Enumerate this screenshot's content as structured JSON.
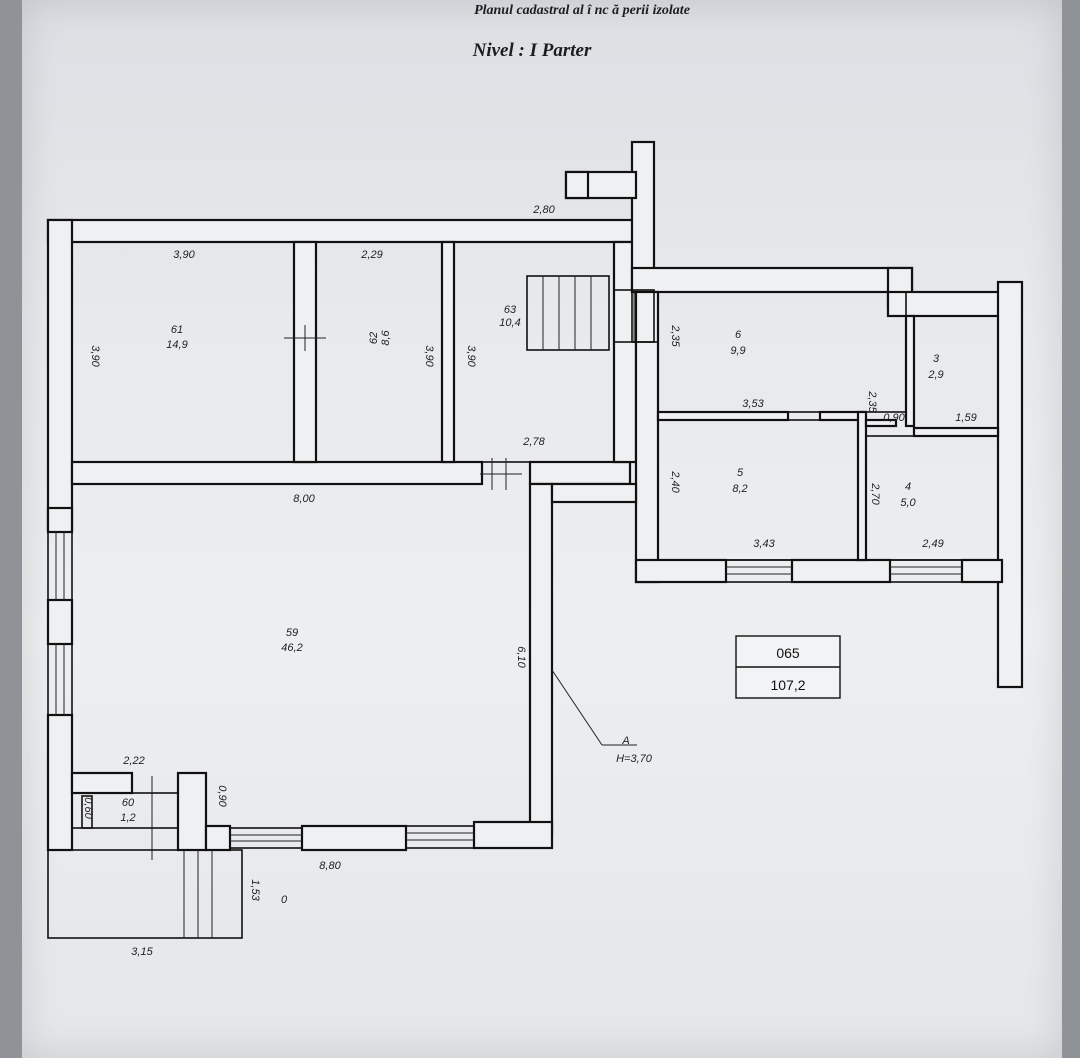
{
  "header": {
    "title": "Planul cadastral al  î nc ă perii izolate",
    "level": "Nivel :  I Parter"
  },
  "rooms": [
    {
      "id": "61",
      "area": "14,9"
    },
    {
      "id": "62",
      "area": "8,6"
    },
    {
      "id": "63",
      "area": "10,4"
    },
    {
      "id": "59",
      "area": "46,2"
    },
    {
      "id": "60",
      "area": "1,2"
    },
    {
      "id": "6",
      "area": "9,9"
    },
    {
      "id": "5",
      "area": "8,2"
    },
    {
      "id": "3",
      "area": "2,9"
    },
    {
      "id": "4",
      "area": "5,0"
    }
  ],
  "dimensions": {
    "top_wall": "2,80",
    "r61_width": "3,90",
    "r61_height": "3,90",
    "r62_width": "2,29",
    "r62_height": "3,90",
    "r63_height": "3,90",
    "r63_bottom": "2,78",
    "r59_width": "8,00",
    "r59_height": "6,10",
    "r6_height": "2,35",
    "r6_bottom": "3,53",
    "r3_side": "2,35",
    "r3_small": "0,90",
    "r3_width": "1,59",
    "r5_height": "2,40",
    "r5_width": "3,43",
    "r4_height": "2,70",
    "r4_width": "2,49",
    "r60_width": "2,22",
    "r60_height": "0,60",
    "r60_side": "0,90",
    "bottom_wall": "8,80",
    "porch_height": "1,53",
    "porch_width": "3,15",
    "zero": "0"
  },
  "section": {
    "mark": "A",
    "height": "H=3,70"
  },
  "summary_box": {
    "code": "065",
    "total_area": "107,2"
  }
}
